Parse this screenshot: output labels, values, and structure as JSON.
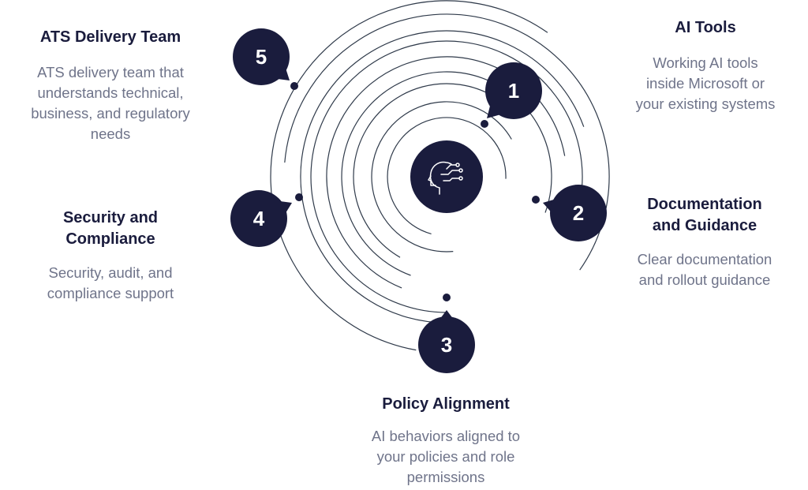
{
  "colors": {
    "navy": "#1a1c3d",
    "ring": "#2f3a4a",
    "title": "#1a1c3d",
    "text": "#6f748a"
  },
  "center_icon": "head-circuit-icon",
  "steps": [
    {
      "number": "1",
      "title": "AI Tools",
      "description": "Working AI tools\ninside Microsoft or\nyour existing systems"
    },
    {
      "number": "2",
      "title": "Documentation\nand Guidance",
      "description": "Clear documentation\nand rollout guidance"
    },
    {
      "number": "3",
      "title": "Policy Alignment",
      "description": "AI behaviors aligned to\nyour policies and role\npermissions"
    },
    {
      "number": "4",
      "title": "Security and\nCompliance",
      "description": "Security, audit, and\ncompliance support"
    },
    {
      "number": "5",
      "title": "ATS Delivery Team",
      "description": "ATS delivery team that\nunderstands technical,\nbusiness, and regulatory\nneeds"
    }
  ]
}
